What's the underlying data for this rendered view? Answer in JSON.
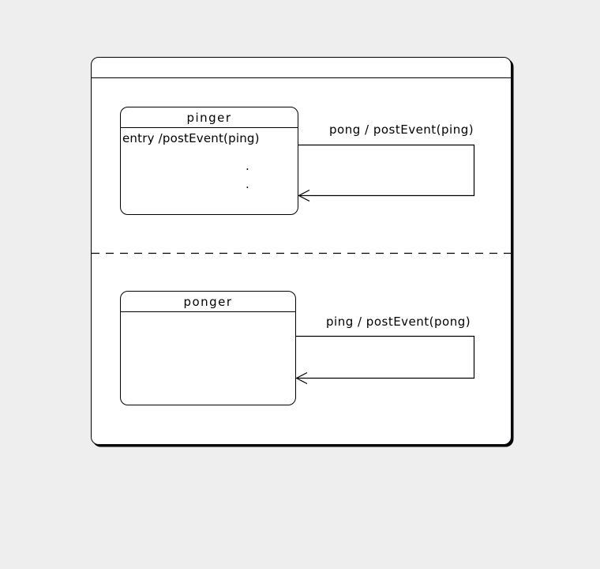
{
  "canvas": {
    "background": "#eeeeee"
  },
  "machine": {
    "title": "",
    "fill": "#ffffff",
    "border_color": "#000000",
    "regions": [
      {
        "state": {
          "title": "pinger",
          "body_lines": [
            "entry /postEvent(ping)"
          ],
          "ellipsis": [
            ".",
            "."
          ]
        },
        "transition": {
          "label": "pong / postEvent(ping)"
        }
      },
      {
        "state": {
          "title": "ponger",
          "body_lines": [],
          "ellipsis": []
        },
        "transition": {
          "label": "ping / postEvent(pong)"
        }
      }
    ]
  }
}
